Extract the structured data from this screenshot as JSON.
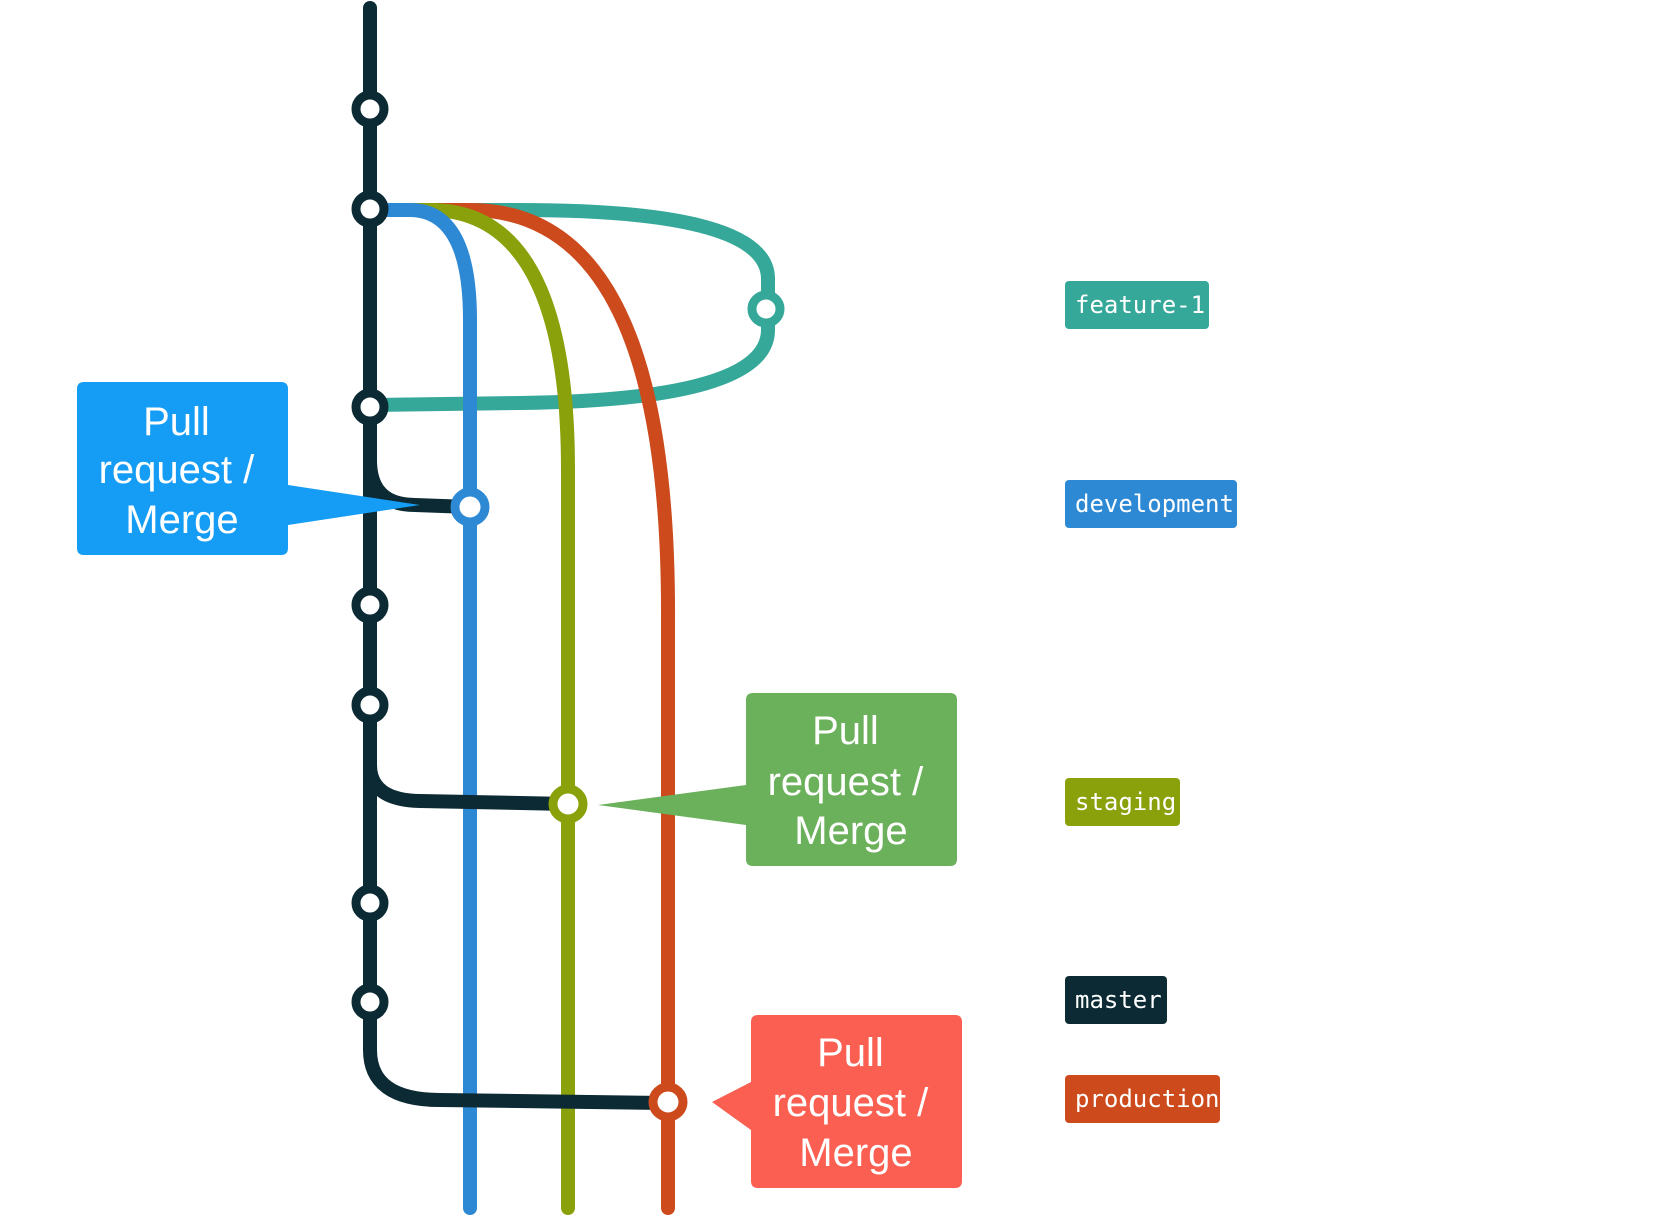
{
  "colors": {
    "master": "#0b2a33",
    "feature": "#35a89a",
    "development": "#2e89d4",
    "staging": "#8aa10b",
    "production": "#cc4a1c",
    "callout_blue": "#159cf5",
    "callout_green": "#6bb05a",
    "callout_red": "#fa5f51",
    "commit_fill": "#ffffff"
  },
  "branch_labels": [
    {
      "id": "feature-1",
      "text": "feature-1"
    },
    {
      "id": "development",
      "text": "development"
    },
    {
      "id": "staging",
      "text": "staging"
    },
    {
      "id": "master",
      "text": "master"
    },
    {
      "id": "production",
      "text": "production"
    }
  ],
  "callouts": [
    {
      "id": "development-merge",
      "lines": [
        "Pull",
        "request /",
        "Merge"
      ]
    },
    {
      "id": "staging-merge",
      "lines": [
        "Pull",
        "request /",
        "Merge"
      ]
    },
    {
      "id": "production-merge",
      "lines": [
        "Pull",
        "request /",
        "Merge"
      ]
    }
  ]
}
